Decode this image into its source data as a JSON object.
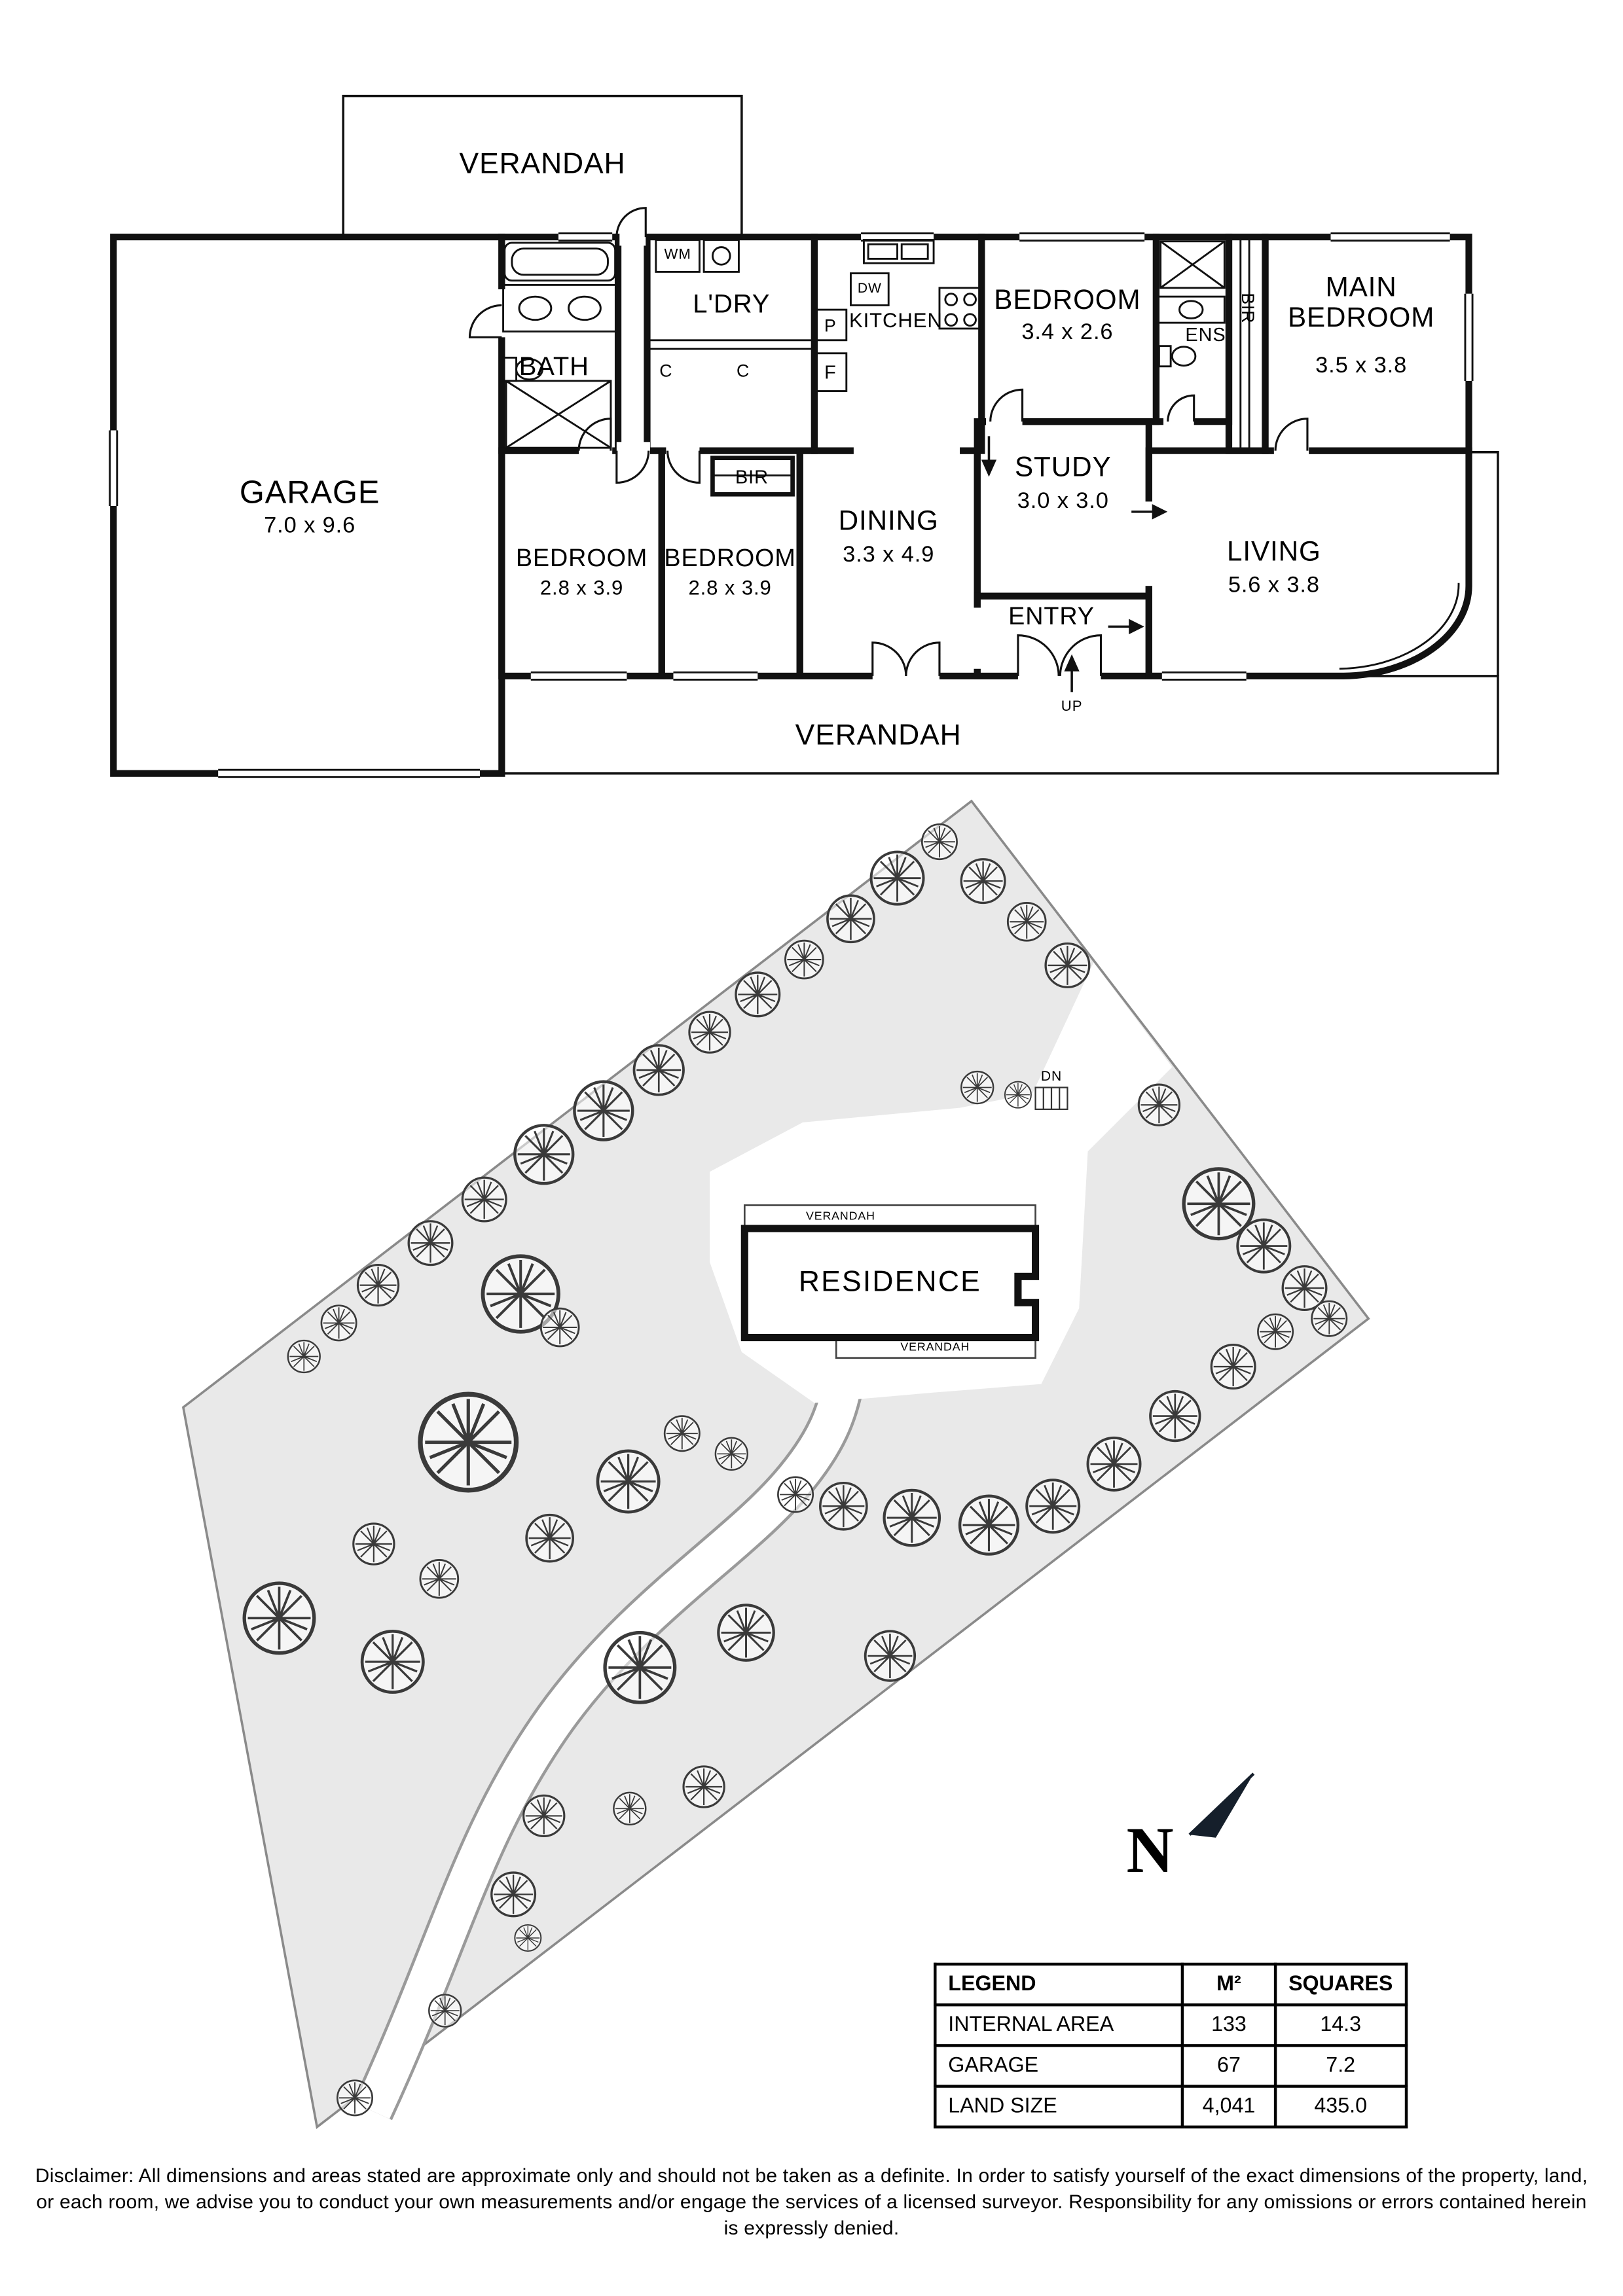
{
  "floor_plan": {
    "verandah_top": "VERANDAH",
    "verandah_bottom": "VERANDAH",
    "garage": {
      "name": "GARAGE",
      "size": "7.0 x 9.6"
    },
    "bath": {
      "name": "BATH"
    },
    "laundry": {
      "name": "L'DRY"
    },
    "kitchen": {
      "name": "KITCHEN"
    },
    "bedroom2": {
      "name": "BEDROOM",
      "size": "3.4 x 2.6"
    },
    "ensuite": {
      "name": "ENS"
    },
    "bir_main": {
      "name": "BIR"
    },
    "main_bedroom": {
      "name": "MAIN BEDROOM",
      "size": "3.5 x 3.8"
    },
    "bir_hall": {
      "name": "BIR"
    },
    "bedroom3": {
      "name": "BEDROOM",
      "size": "2.8 x 3.9"
    },
    "bedroom4": {
      "name": "BEDROOM",
      "size": "2.8 x 3.9"
    },
    "dining": {
      "name": "DINING",
      "size": "3.3 x 4.9"
    },
    "study": {
      "name": "STUDY",
      "size": "3.0 x 3.0"
    },
    "living": {
      "name": "LIVING",
      "size": "5.6 x 3.8"
    },
    "entry": {
      "name": "ENTRY"
    },
    "fixtures": {
      "wm": "WM",
      "dw": "DW",
      "pantry": "P",
      "fridge": "F",
      "cupboard1": "C",
      "cupboard2": "C",
      "up": "UP"
    }
  },
  "site_plan": {
    "residence": "RESIDENCE",
    "verandah_front": "VERANDAH",
    "verandah_rear": "VERANDAH",
    "down": "DN",
    "north": "N"
  },
  "legend": {
    "headers": [
      "LEGEND",
      "M²",
      "SQUARES"
    ],
    "rows": [
      {
        "label": "INTERNAL AREA",
        "m2": "133",
        "squares": "14.3"
      },
      {
        "label": "GARAGE",
        "m2": "67",
        "squares": "7.2"
      },
      {
        "label": "LAND SIZE",
        "m2": "4,041",
        "squares": "435.0"
      }
    ]
  },
  "disclaimer": "Disclaimer: All dimensions and areas stated are approximate only and should not be taken as a definite. In order to satisfy yourself of the exact dimensions of the property, land, or each room, we advise you to conduct your own measurements and/or engage the services of a licensed surveyor. Responsibility for any omissions or errors contained herein is expressly denied."
}
